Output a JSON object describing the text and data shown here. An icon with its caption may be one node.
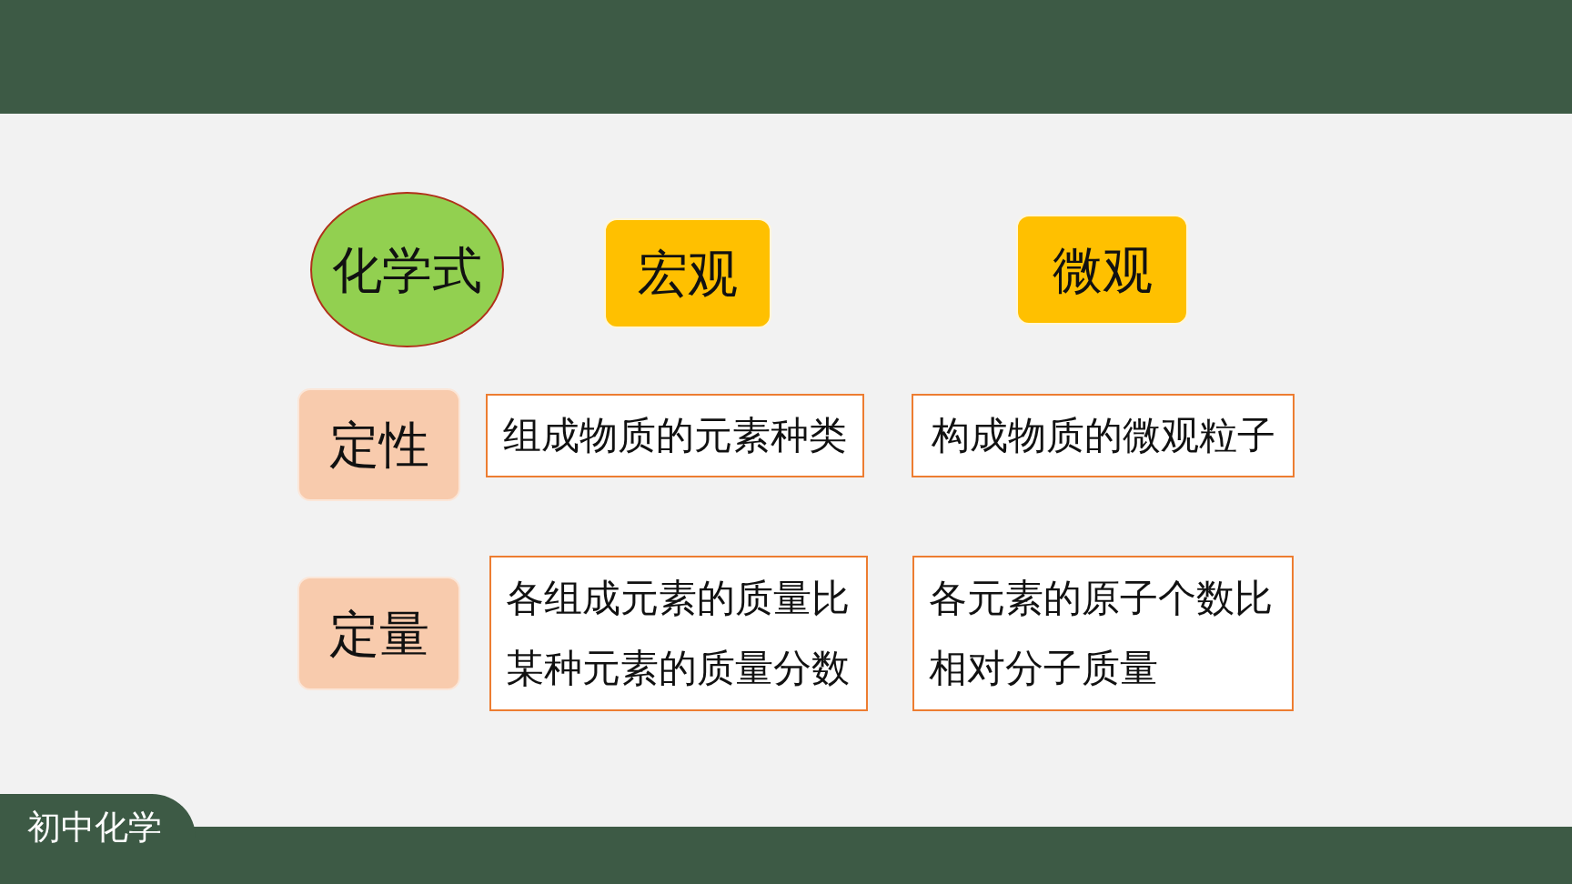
{
  "diagram": {
    "nodes": [
      {
        "text": [
          "化学式"
        ]
      },
      {
        "text": [
          "宏观"
        ]
      },
      {
        "text": [
          "微观"
        ]
      },
      {
        "text": [
          "定性"
        ]
      },
      {
        "text": [
          "组成物质的元素种类"
        ]
      },
      {
        "text": [
          "构成物质的微观粒子"
        ]
      },
      {
        "text": [
          "定量"
        ]
      },
      {
        "text": [
          "各组成元素的质量比",
          "某种元素的质量分数"
        ]
      },
      {
        "text": [
          "各元素的原子个数比",
          "相对分子质量"
        ]
      },
      {
        "text": [
          "初中化学"
        ]
      }
    ]
  }
}
